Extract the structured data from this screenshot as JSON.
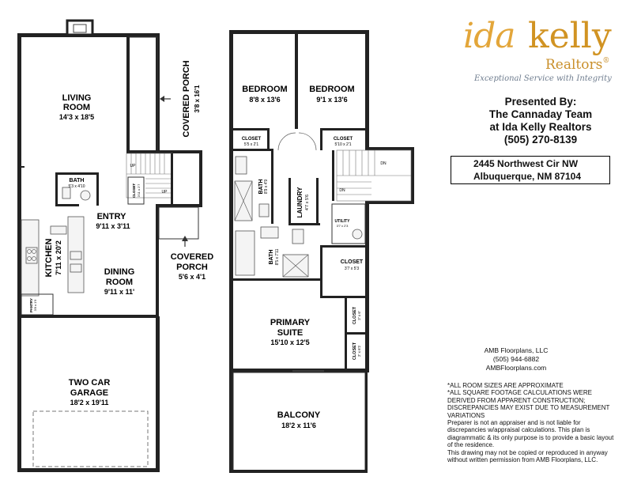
{
  "rooms": {
    "living": {
      "name_1": "LIVING",
      "name_2": "ROOM",
      "dim": "14'3 x 18'5"
    },
    "covered_porch_1": {
      "name": "COVERED PORCH",
      "dim": "3'8 x 16'1"
    },
    "bath_1": {
      "name": "BATH",
      "dim": "5'3 x 4'10"
    },
    "entry": {
      "name": "ENTRY",
      "dim": "9'11 x 3'11"
    },
    "kitchen": {
      "name": "KITCHEN",
      "dim": "7'11 x 20'2"
    },
    "dining": {
      "name_1": "DINING",
      "name_2": "ROOM",
      "dim": "9'11 x 11'"
    },
    "covered_porch_2": {
      "name_1": "COVERED",
      "name_2": "PORCH",
      "dim": "5'6 x 4'1"
    },
    "pantry": {
      "name": "PANTRY",
      "dim": "3'8 x 1'9"
    },
    "closet_1": {
      "name": "CLOSET",
      "dim": "3'11 x 2'7"
    },
    "garage": {
      "name_1": "TWO CAR",
      "name_2": "GARAGE",
      "dim": "18'2 x 19'11"
    },
    "bedroom_1": {
      "name": "BEDROOM",
      "dim": "8'8 x 13'6"
    },
    "bedroom_2": {
      "name": "BEDROOM",
      "dim": "9'1 x 13'6"
    },
    "closet_b1": {
      "name": "CLOSET",
      "dim": "5'5 x 2'1"
    },
    "closet_b2": {
      "name": "CLOSET",
      "dim": "5'10 x 2'1"
    },
    "bath_2": {
      "name": "BATH",
      "dim": "8'9 x 4'9"
    },
    "laundry": {
      "name": "LAUNDRY",
      "dim": "4'7 x 5'6"
    },
    "utility": {
      "name": "UTILITY",
      "dim": "3'7 x 2'3"
    },
    "bath_3": {
      "name": "BATH",
      "dim": "8'5 x 7'11"
    },
    "closet_3": {
      "name": "CLOSET",
      "dim": "3'7 x 5'3"
    },
    "primary": {
      "name_1": "PRIMARY",
      "name_2": "SUITE",
      "dim": "15'10 x 12'5"
    },
    "closet_4": {
      "name": "CLOSET",
      "dim": "2' x 6'"
    },
    "closet_5": {
      "name": "CLOSET",
      "dim": "2' x 6'2"
    },
    "balcony": {
      "name": "BALCONY",
      "dim": "18'2 x 11'6"
    }
  },
  "stairs": {
    "up": "UP",
    "down": "DN"
  },
  "logo": {
    "ida": "ida",
    "kelly": "kelly",
    "realtors": "Realtors",
    "reg": "®",
    "tagline": "Exceptional Service with Integrity"
  },
  "presented": {
    "line1": "Presented By:",
    "line2": "The Cannaday Team",
    "line3": "at Ida Kelly Realtors",
    "phone": "(505) 270-8139"
  },
  "address": {
    "street": "2445 Northwest Cir NW",
    "city": "Albuquerque, NM 87104"
  },
  "amb": {
    "name": "AMB Floorplans, LLC",
    "phone": "(505) 944-6882",
    "web": "AMBFloorplans.com"
  },
  "notes": [
    "*ALL ROOM SIZES ARE APPROXIMATE",
    "*ALL SQUARE FOOTAGE CALCULATIONS WERE DERIVED FROM APPARENT CONSTRUCTION; DISCREPANCIES MAY EXIST DUE TO MEASUREMENT VARIATIONS",
    "Preparer is not an appraiser and is not liable for discrepancies w/appraisal calculations.  This plan is diagrammatic & its only purpose is to provide a basic layout of the residence.",
    "This drawing may not be copied or reproduced in anyway without written permission from AMB Floorplans, LLC."
  ],
  "colors": {
    "logo_gold": "#e3a63a",
    "tagline": "#6f7d8f",
    "wall": "#222222"
  }
}
